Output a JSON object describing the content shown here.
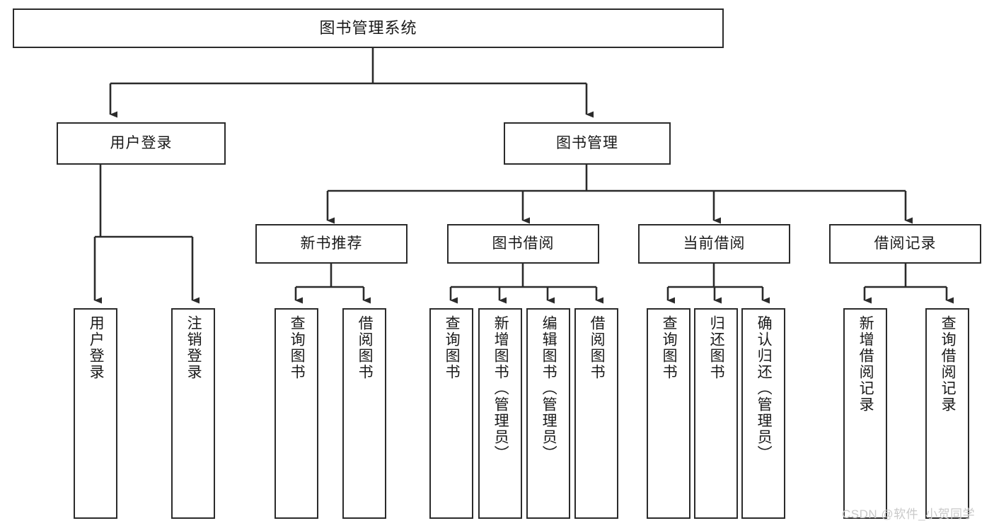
{
  "diagram": {
    "type": "hierarchy-tree",
    "title": "图书管理系统",
    "root": {
      "label": "图书管理系统"
    },
    "level2": [
      {
        "label": "用户登录"
      },
      {
        "label": "图书管理"
      }
    ],
    "level3": [
      {
        "label": "新书推荐"
      },
      {
        "label": "图书借阅"
      },
      {
        "label": "当前借阅"
      },
      {
        "label": "借阅记录"
      }
    ],
    "leaves": {
      "user_login": [
        {
          "label": "用户登录"
        },
        {
          "label": "注销登录"
        }
      ],
      "new_book_recommend": [
        {
          "label": "查询图书"
        },
        {
          "label": "借阅图书"
        }
      ],
      "book_borrow": [
        {
          "label": "查询图书"
        },
        {
          "label": "新增图书（管理员）"
        },
        {
          "label": "编辑图书（管理员）"
        },
        {
          "label": "借阅图书"
        }
      ],
      "current_borrow": [
        {
          "label": "查询图书"
        },
        {
          "label": "归还图书"
        },
        {
          "label": "确认归还（管理员）"
        }
      ],
      "borrow_records": [
        {
          "label": "新增借阅记录"
        },
        {
          "label": "查询借阅记录"
        }
      ]
    }
  },
  "watermark": {
    "text": "CSDN @软件_小贺同学"
  },
  "colors": {
    "stroke": "#2b2b2b",
    "background": "#ffffff",
    "text": "#1a1a1a",
    "watermark": "#c9c9c9"
  }
}
